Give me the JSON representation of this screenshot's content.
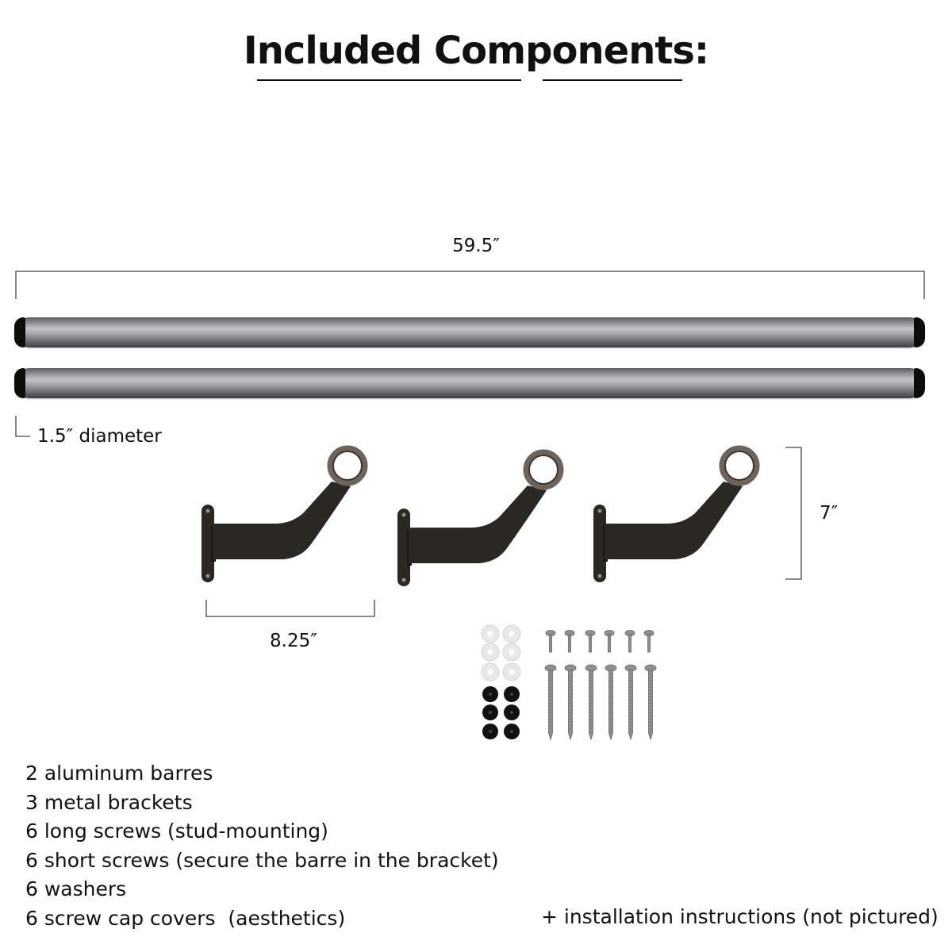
{
  "title": "Included Components:",
  "dimensions": {
    "barre_length": "59.5″",
    "barre_diameter": "1.5″ diameter",
    "bracket_depth": "8.25″",
    "bracket_height": "7″"
  },
  "components": [
    "2 aluminum barres",
    "3 metal brackets",
    "6 long screws (stud-mounting)",
    "6 short screws (secure the barre in the bracket)",
    "6 washers",
    "6 screw cap covers  (aesthetics)"
  ],
  "extra_note": "+ installation instructions (not pictured)",
  "colors": {
    "bracket": "#2b2723",
    "ring": "#6e645b",
    "cap_cover": "#111111",
    "washer": "#e9e9e9",
    "screw": "#8f8f8f"
  }
}
